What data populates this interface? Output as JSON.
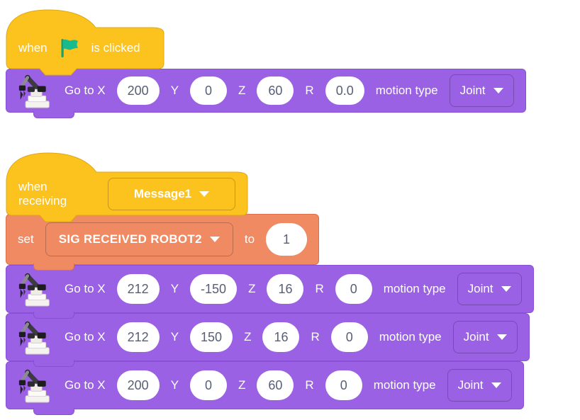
{
  "colors": {
    "events_yellow": "#fcc21d",
    "events_yellow_border": "#dfa713",
    "motion_purple": "#9a61e4",
    "motion_purple_border": "#8a4fd6",
    "variables_orange": "#ef8a63",
    "variables_orange_border": "#dd6f4b",
    "flag_green": "#17bb8e",
    "flag_green_dark": "#0fa377",
    "input_text": "#575e75"
  },
  "icons": {
    "green_flag_icon": "⚑",
    "robot_arm_icon": "🦾",
    "chevron_down_icon": "▼"
  },
  "hat_flag": {
    "when": "when",
    "is_clicked": "is clicked"
  },
  "hat_receive": {
    "when_receiving": "when receiving",
    "message": "Message1"
  },
  "set_block": {
    "set": "set",
    "variable": "SIG RECEIVED ROBOT2",
    "to": "to",
    "value": "1"
  },
  "goto_labels": {
    "go_to_x": "Go to X",
    "y": "Y",
    "z": "Z",
    "r": "R",
    "motion_type": "motion type"
  },
  "goto_blocks": [
    {
      "x": "200",
      "y": "0",
      "z": "60",
      "r": "0.0",
      "motion": "Joint"
    },
    {
      "x": "212",
      "y": "-150",
      "z": "16",
      "r": "0",
      "motion": "Joint"
    },
    {
      "x": "212",
      "y": "150",
      "z": "16",
      "r": "0",
      "motion": "Joint"
    },
    {
      "x": "200",
      "y": "0",
      "z": "60",
      "r": "0",
      "motion": "Joint"
    }
  ]
}
